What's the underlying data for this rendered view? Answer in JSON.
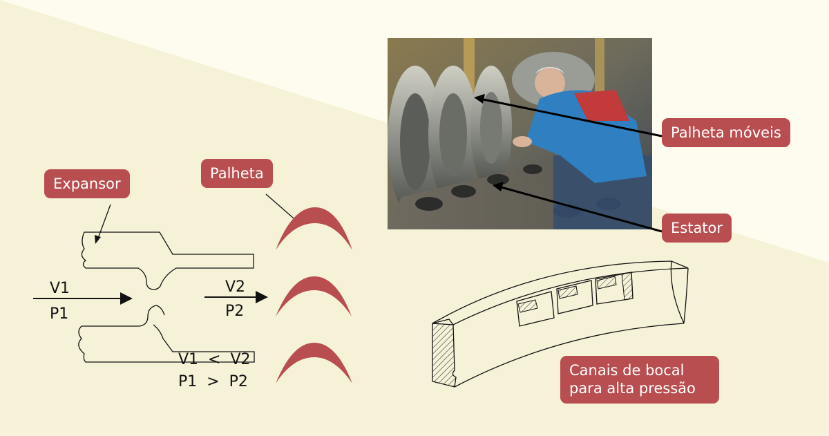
{
  "labels": {
    "expansor": "Expansor",
    "palheta": "Palheta",
    "palheta_moveis": "Palheta móveis",
    "estator": "Estator",
    "canais_line1": "Canais de bocal",
    "canais_line2": "para alta pressão"
  },
  "equations": {
    "v1": "V1",
    "p1": "P1",
    "v2": "V2",
    "p2": "P2",
    "rel1": "V1  <  V2",
    "rel2": "P1  >  P2"
  },
  "colors": {
    "background_light": "#fdfdf1",
    "background_warm": "#f6f2d8",
    "tag": "#b94e50",
    "blade": "#b94e50"
  },
  "photo": {
    "description_icon": "steam-turbine-rotor-photo"
  }
}
